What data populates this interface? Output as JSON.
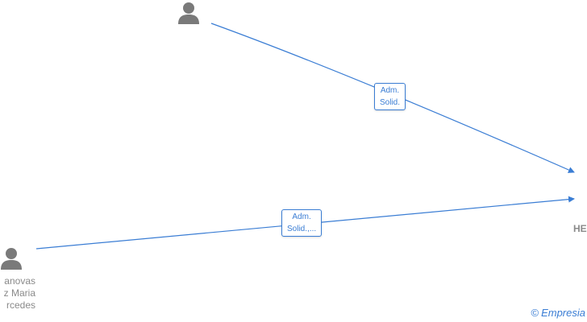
{
  "nodes": [
    {
      "id": "person-top",
      "type": "person",
      "label_lines": []
    },
    {
      "id": "person-bottom-left",
      "type": "person",
      "label_lines": [
        "anovas",
        "z Maria",
        "rcedes"
      ]
    },
    {
      "id": "company-right",
      "type": "company",
      "label_lines": [
        "HE"
      ]
    }
  ],
  "edges": [
    {
      "from": "person-top",
      "to": "company-right",
      "label_lines": [
        "Adm.",
        "Solid."
      ]
    },
    {
      "from": "person-bottom-left",
      "to": "company-right",
      "label_lines": [
        "Adm.",
        "Solid.,..."
      ]
    }
  ],
  "colors": {
    "edge": "#3a7dd4",
    "person_icon": "#7a7a7a",
    "label_text": "#8a8a8a"
  },
  "watermark": {
    "copyright_symbol": "©",
    "brand": "Empresia"
  }
}
